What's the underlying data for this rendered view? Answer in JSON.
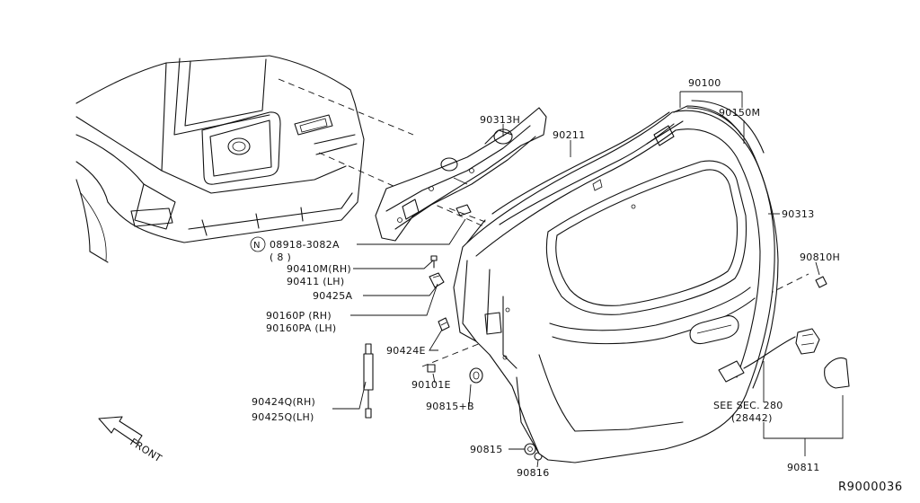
{
  "diagram": {
    "labels": {
      "p90313H": "90313H",
      "p90211": "90211",
      "p90100": "90100",
      "p90150M": "90150M",
      "p90313": "90313",
      "p08918_prefix": "N",
      "p08918": "08918-3082A",
      "p08918_qty": "( 8 )",
      "p90410M": "90410M(RH)",
      "p90411": "90411  (LH)",
      "p90425A": "90425A",
      "p90160P": "90160P  (RH)",
      "p90160PA": "90160PA (LH)",
      "p90424E": "90424E",
      "p90101E": "90101E",
      "p90815B": "90815+B",
      "p90424Q": "90424Q(RH)",
      "p90425Q": "90425Q(LH)",
      "p90815": "90815",
      "p90816": "90816",
      "p90810H": "90810H",
      "see_sec": "SEE SEC. 280",
      "see_sec_ref": "(28442)",
      "p90811": "90811",
      "front": "FRONT"
    },
    "drawing_ref": "R9000036"
  }
}
